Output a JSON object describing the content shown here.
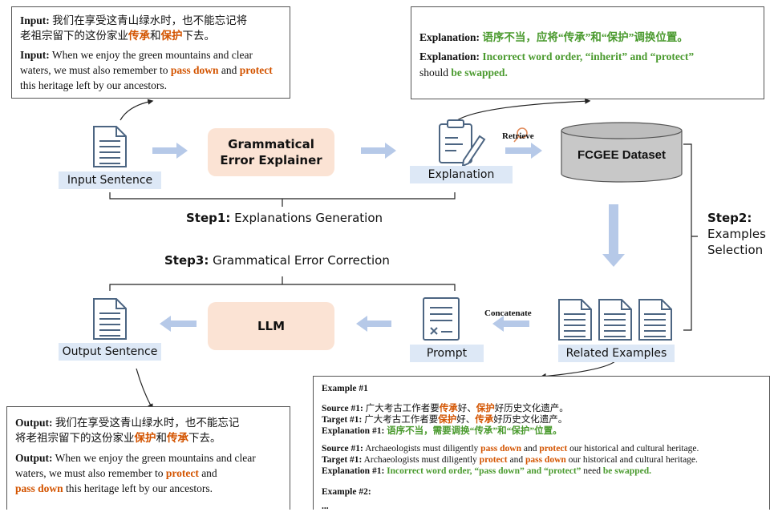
{
  "top_left_box": {
    "line1_zh": {
      "label": "Input:",
      "pre": "我们在享受这青山绿水时，也不能忘记将",
      "pre2": "老祖宗留下的这份家业",
      "w1": "传承",
      "mid": "和",
      "w2": "保护",
      "post": "下去。"
    },
    "line2_en": {
      "label": "Input:",
      "pre": "When we enjoy the green mountains and clear waters, we must also remember to",
      "w1": "pass down",
      "mid": "and",
      "w2": "protect",
      "post": "this heritage left by our ancestors."
    }
  },
  "top_right_box": {
    "zh": {
      "label": "Explanation:",
      "text": "语序不当，应将“传承”和“保护”调换位置。"
    },
    "en": {
      "label": "Explanation:",
      "text": "Incorrect word order, “inherit” and “protect”",
      "post": "should",
      "tail": "be swapped."
    }
  },
  "flow": {
    "input_sentence": "Input Sentence",
    "explainer": [
      "Grammatical",
      "Error Explainer"
    ],
    "explanation": "Explanation",
    "retrieve": "Retrieve",
    "dataset": "FCGEE Dataset",
    "step1_bold": "Step1:",
    "step1_text": "Explanations Generation",
    "step2_bold": "Step2:",
    "step2_text": [
      "Examples",
      "Selection"
    ],
    "step3_bold": "Step3:",
    "step3_text": "Grammatical Error Correction",
    "output_sentence": "Output Sentence",
    "llm": "LLM",
    "prompt": "Prompt",
    "concatenate": "Concatenate",
    "related_examples": "Related Examples"
  },
  "bottom_left_box": {
    "zh": {
      "label": "Output:",
      "pre": "我们在享受这青山绿水时，也不能忘记",
      "pre2": "将老祖宗留下的这份家业",
      "w1": "保护",
      "mid": "和",
      "w2": "传承",
      "post": "下去。"
    },
    "en": {
      "label": "Output:",
      "pre": "When we enjoy the green mountains and clear waters, we must also remember to",
      "w1": "protect",
      "mid": "and",
      "w2": "pass down",
      "post": "this heritage left by our ancestors."
    }
  },
  "bottom_right_box": {
    "title": "Example #1",
    "src_zh": {
      "label": "Source #1:",
      "a": "广大考古工作者要",
      "w1": "传承",
      "b": "好、",
      "w2": "保护",
      "c": "好历史文化遗产。"
    },
    "tgt_zh": {
      "label": "Target #1:",
      "a": "广大考古工作者要",
      "w1": "保护",
      "b": "好、",
      "w2": "传承",
      "c": "好历史文化遗产。"
    },
    "exp_zh": {
      "label": "Explanation #1:",
      "a": "语序不当，需要",
      "b": "调换“传承”和“保护”位置。"
    },
    "src_en": {
      "label": "Source #1:",
      "a": "Archaeologists must diligently",
      "w1": "pass down",
      "b": "and",
      "w2": "protect",
      "c": "our historical and cultural heritage."
    },
    "tgt_en": {
      "label": "Target #1:",
      "a": "Archaeologists must diligently",
      "w1": "protect",
      "b": "and",
      "w2": "pass down",
      "c": "our historical and cultural heritage."
    },
    "exp_en": {
      "label": "Explanation #1:",
      "a": "Incorrect word order, “pass down” and “protect”",
      "b": "need",
      "c": "be swapped."
    },
    "title2": "Example #2:",
    "ellipsis": "..."
  },
  "colors": {
    "highlight_orange": "#d35400",
    "highlight_green": "#4a9a2e",
    "label_bg": "#dde8f6",
    "process_bg": "#fbe3d4",
    "arrow": "#b6c9e8"
  }
}
